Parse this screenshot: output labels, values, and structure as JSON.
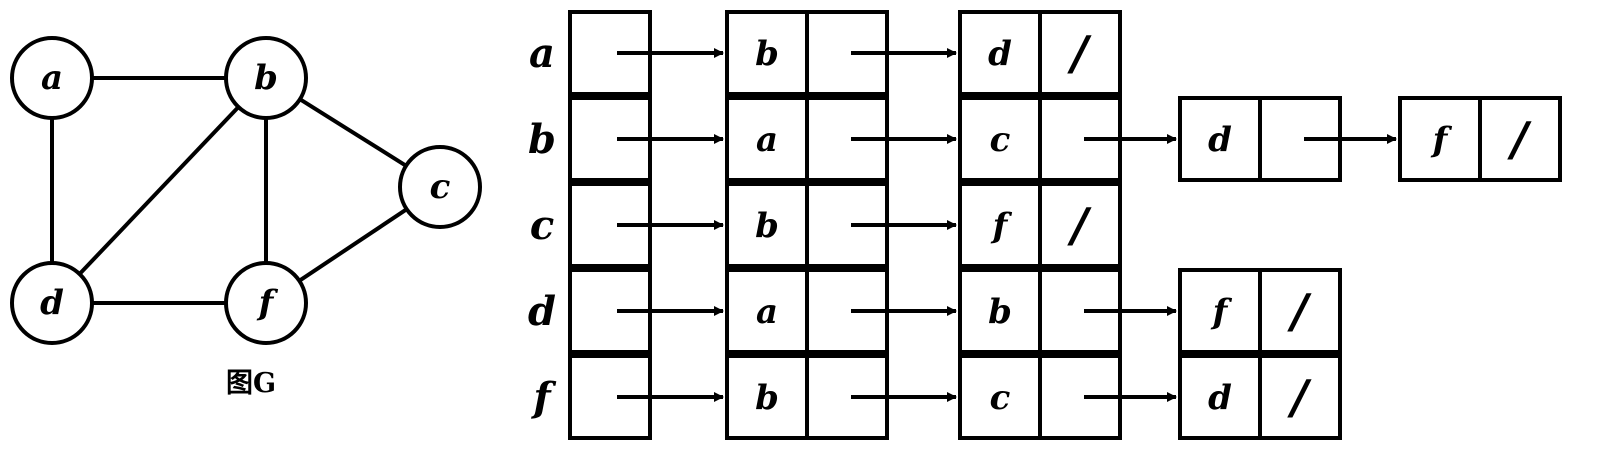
{
  "graph": {
    "caption": "图G",
    "vertices": [
      {
        "id": "a",
        "label": "a"
      },
      {
        "id": "b",
        "label": "b"
      },
      {
        "id": "c",
        "label": "c"
      },
      {
        "id": "d",
        "label": "d"
      },
      {
        "id": "f",
        "label": "f"
      }
    ],
    "edges": [
      [
        "a",
        "b"
      ],
      [
        "a",
        "d"
      ],
      [
        "b",
        "d"
      ],
      [
        "b",
        "f"
      ],
      [
        "b",
        "c"
      ],
      [
        "d",
        "f"
      ],
      [
        "f",
        "c"
      ]
    ]
  },
  "adjacency_list": {
    "null_marker": "/",
    "rows": [
      {
        "head": "a",
        "neighbors": [
          "b",
          "d"
        ]
      },
      {
        "head": "b",
        "neighbors": [
          "a",
          "c",
          "d",
          "f"
        ]
      },
      {
        "head": "c",
        "neighbors": [
          "b",
          "f"
        ]
      },
      {
        "head": "d",
        "neighbors": [
          "a",
          "b",
          "f"
        ]
      },
      {
        "head": "f",
        "neighbors": [
          "b",
          "c",
          "d"
        ]
      }
    ]
  }
}
